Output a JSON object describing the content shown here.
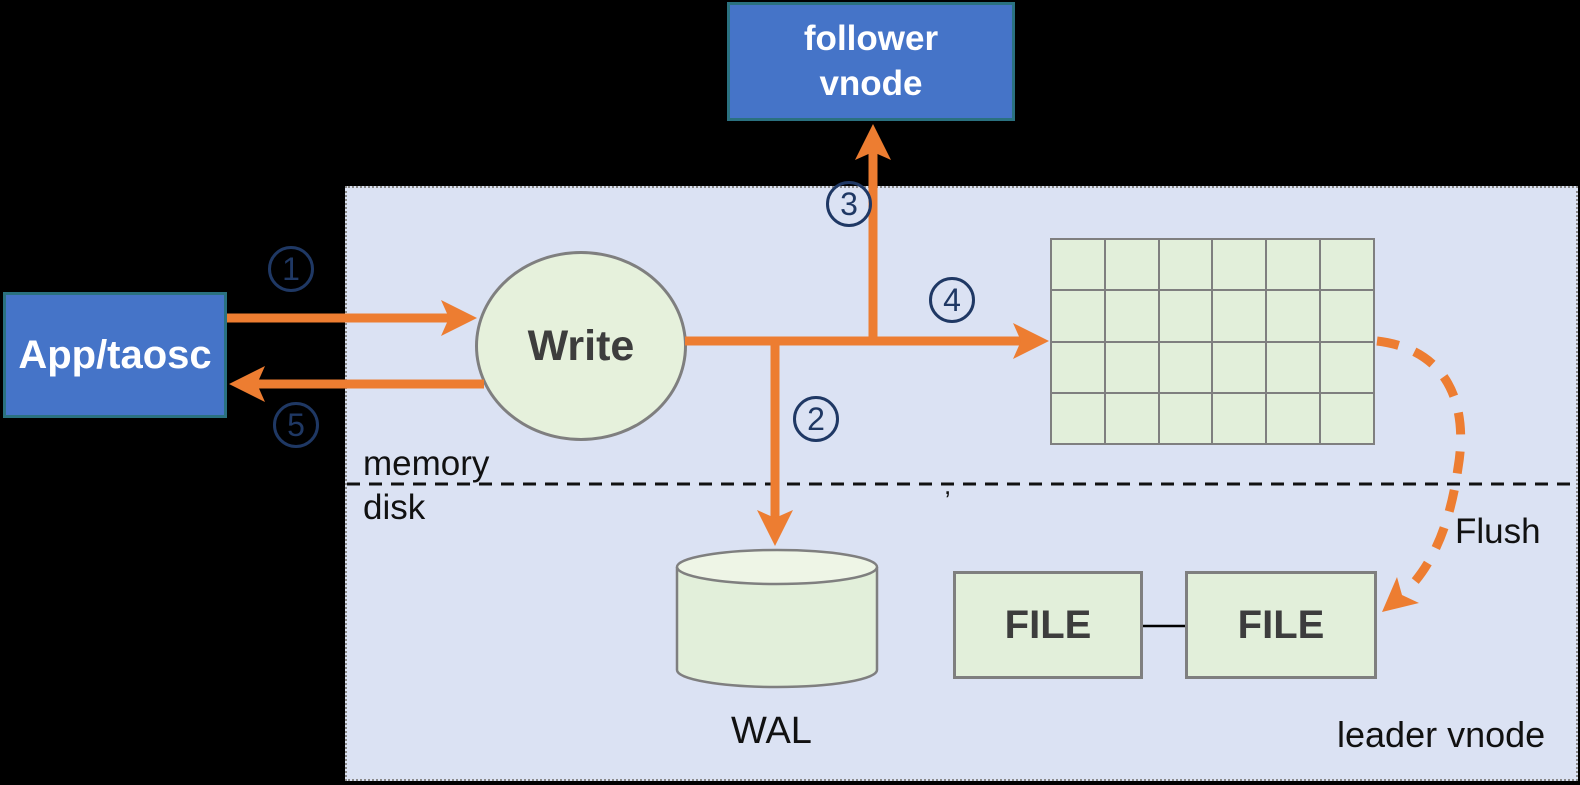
{
  "colors": {
    "orange": "#ed7d31",
    "navy": "#1f3864",
    "blue_fill": "#4574c8",
    "teal_border": "#2a7180",
    "green_fill": "#e2efda",
    "green_fill_light": "#e6f1dc",
    "green_cyl_top": "#eef5e6",
    "gray_border": "#7f7f7f",
    "dotted_border": "#8a8a8a",
    "panel_fill": "#dbe2f3",
    "text_dark": "#3d3d3d",
    "text_black": "#111111",
    "white": "#ffffff"
  },
  "nodes": {
    "follower": {
      "line1": "follower",
      "line2": "vnode"
    },
    "app": {
      "label": "App/taosc"
    },
    "write": {
      "label": "Write"
    },
    "wal": {
      "label": "WAL"
    },
    "file1": {
      "label": "FILE"
    },
    "file2": {
      "label": "FILE"
    }
  },
  "labels": {
    "memory": "memory",
    "disk": "disk",
    "flush": "Flush",
    "leader": "leader vnode",
    "artifact": ","
  },
  "steps": {
    "s1": "1",
    "s2": "2",
    "s3": "3",
    "s4": "4",
    "s5": "5"
  },
  "grid": {
    "rows": 4,
    "cols": 6
  }
}
